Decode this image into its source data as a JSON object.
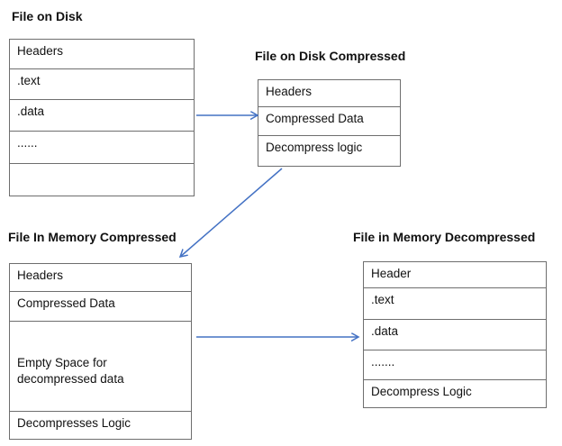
{
  "diagram": {
    "boxes": {
      "file_on_disk": {
        "title": "File on Disk",
        "rows": [
          "Headers",
          ".text",
          ".data",
          "......",
          ""
        ]
      },
      "file_on_disk_compressed": {
        "title": "File on Disk Compressed",
        "rows": [
          "Headers",
          "Compressed Data",
          "Decompress logic"
        ]
      },
      "file_in_memory_compressed": {
        "title": "File In Memory Compressed",
        "rows": [
          "Headers",
          "Compressed Data",
          "Empty Space for decompressed data",
          "Decompresses Logic"
        ]
      },
      "file_in_memory_decompressed": {
        "title": "File in Memory Decompressed",
        "rows": [
          "Header",
          ".text",
          ".data",
          ".......",
          "Decompress Logic"
        ]
      }
    },
    "connections": [
      {
        "from": "File on Disk",
        "to": "File on Disk Compressed"
      },
      {
        "from": "File on Disk Compressed",
        "to": "File In Memory Compressed"
      },
      {
        "from": "File In Memory Compressed",
        "to": "File in Memory Decompressed"
      }
    ],
    "colors": {
      "arrow": "#4472c4",
      "border": "#6e6e6e",
      "text": "#111111",
      "background": "#ffffff"
    }
  }
}
